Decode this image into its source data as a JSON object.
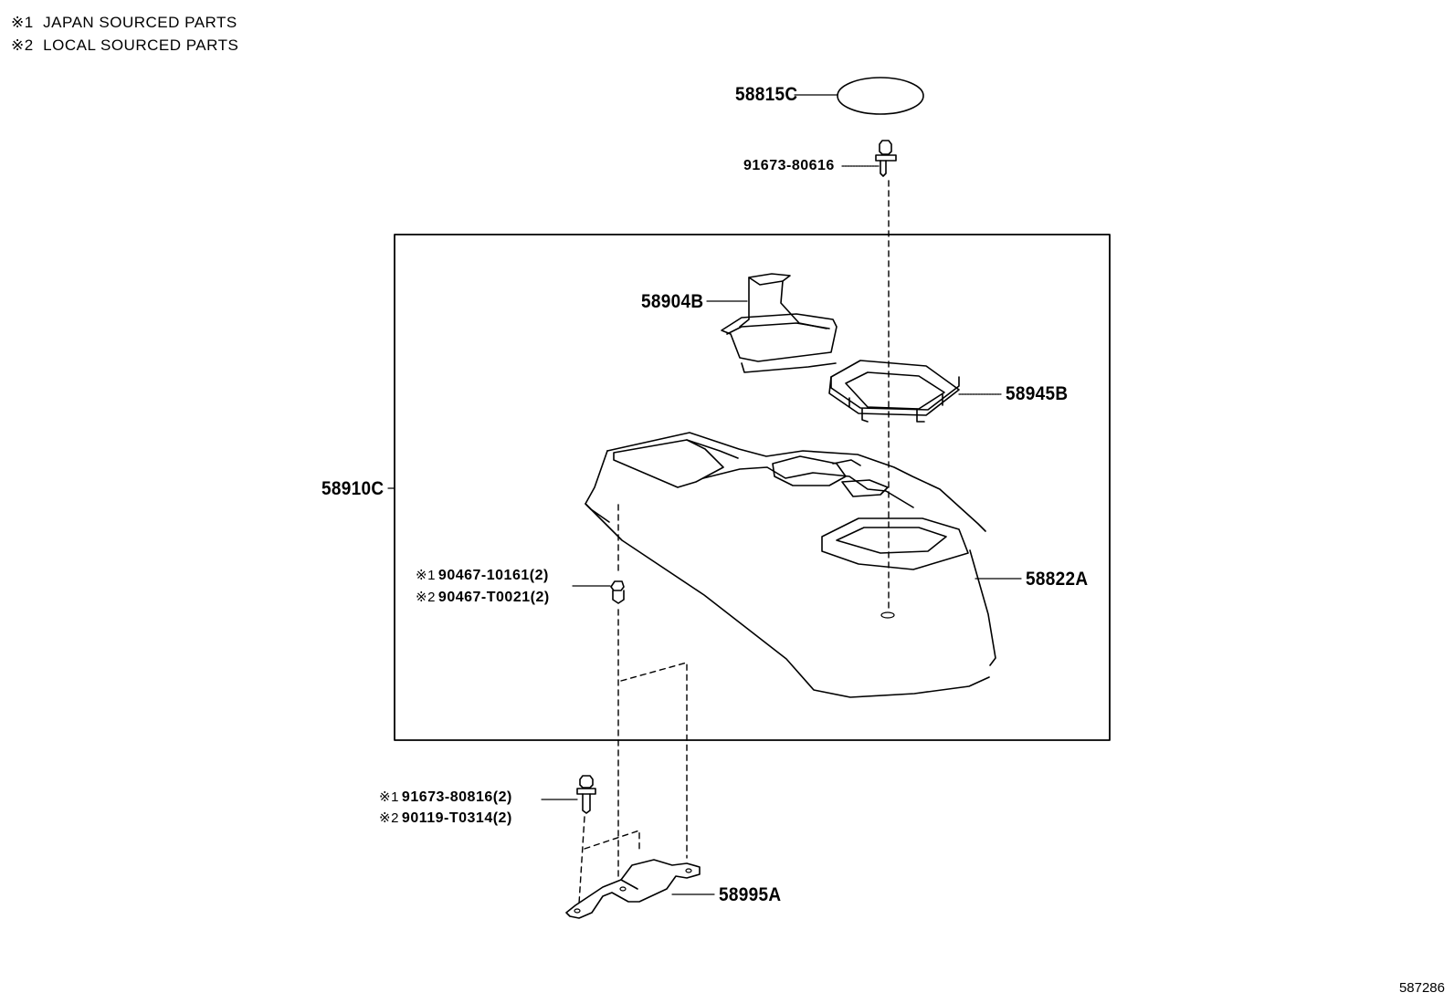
{
  "legend": {
    "items": [
      {
        "mark": "※1",
        "text": "JAPAN SOURCED PARTS"
      },
      {
        "mark": "※2",
        "text": "LOCAL SOURCED PARTS"
      }
    ]
  },
  "parts": {
    "p58815C": "58815C",
    "p91673_80616": "91673-80616",
    "p58904B": "58904B",
    "p58945B": "58945B",
    "p58910C": "58910C",
    "p58822A": "58822A",
    "p58995A": "58995A",
    "clip_j": {
      "mark": "※1",
      "num": "90467-10161(2)"
    },
    "clip_l": {
      "mark": "※2",
      "num": "90467-T0021(2)"
    },
    "bolt_j": {
      "mark": "※1",
      "num": "91673-80816(2)"
    },
    "bolt_l": {
      "mark": "※2",
      "num": "90119-T0314(2)"
    }
  },
  "illustration_number": "587286"
}
